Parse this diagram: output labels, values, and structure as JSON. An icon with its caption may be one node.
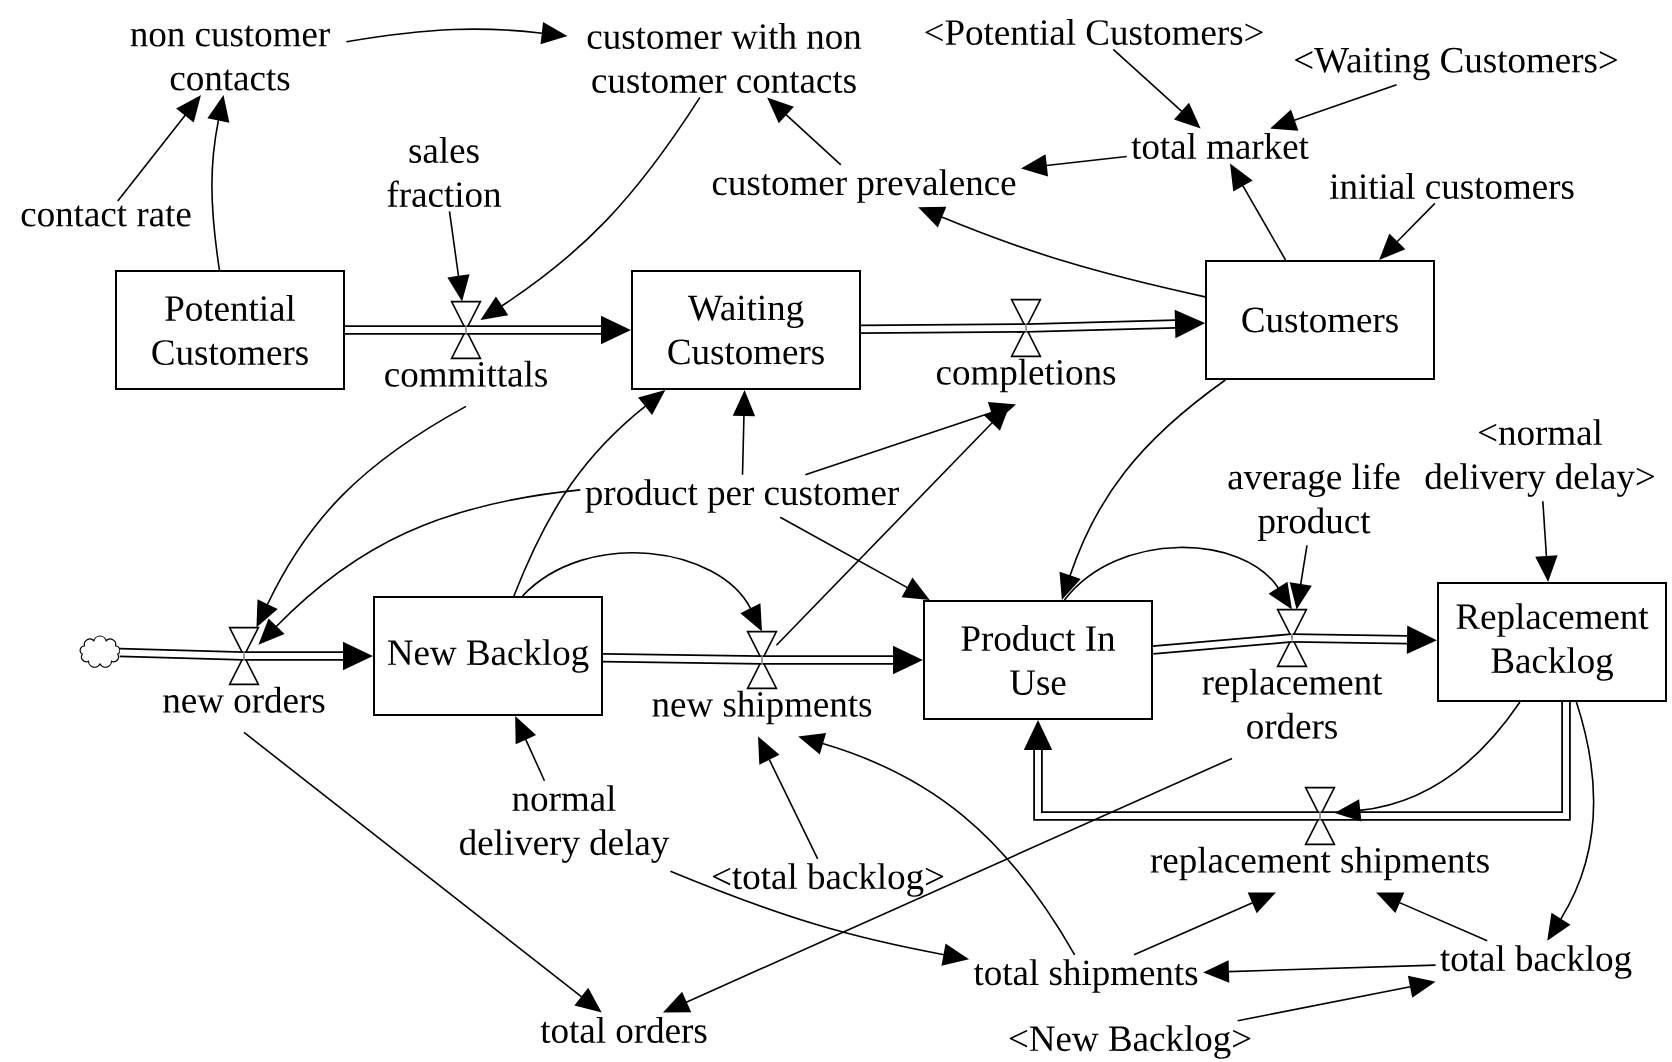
{
  "diagram": {
    "nodes": [
      {
        "text": [
          "Potential Customers"
        ]
      },
      {
        "text": [
          "Waiting Customers"
        ]
      },
      {
        "text": [
          "Customers"
        ]
      },
      {
        "text": [
          "New Backlog"
        ]
      },
      {
        "text": [
          "Product In Use"
        ]
      },
      {
        "text": [
          "Replacement Backlog"
        ]
      },
      {
        "text": [
          "committals"
        ]
      },
      {
        "text": [
          "completions"
        ]
      },
      {
        "text": [
          "new orders"
        ]
      },
      {
        "text": [
          "new shipments"
        ]
      },
      {
        "text": [
          "replacement orders"
        ]
      },
      {
        "text": [
          "replacement shipments"
        ]
      },
      {
        "text": [],
        "shape": "cloud"
      },
      {
        "text": [
          "non customer contacts"
        ]
      },
      {
        "text": [
          "customer with non customer contacts"
        ]
      },
      {
        "text": [
          "contact rate"
        ]
      },
      {
        "text": [
          "sales fraction"
        ]
      },
      {
        "text": [
          "customer prevalence"
        ]
      },
      {
        "text": [
          "total market"
        ]
      },
      {
        "text": [
          "<Potential Customers>"
        ]
      },
      {
        "text": [
          "<Waiting Customers>"
        ]
      },
      {
        "text": [
          "initial customers"
        ]
      },
      {
        "text": [
          "product per customer"
        ]
      },
      {
        "text": [
          "average life product"
        ]
      },
      {
        "text": [
          "<normal delivery delay>"
        ]
      },
      {
        "text": [
          "normal delivery delay"
        ]
      },
      {
        "text": [
          "<total backlog>"
        ]
      },
      {
        "text": [
          "total orders"
        ]
      },
      {
        "text": [
          "total shipments"
        ]
      },
      {
        "text": [
          "total backlog"
        ]
      },
      {
        "text": [
          "<New Backlog>"
        ]
      }
    ],
    "edges": [
      {
        "from": 12,
        "to": 8,
        "arrow": "none",
        "style": "thick"
      },
      {
        "from": 8,
        "to": 3,
        "arrow": "to",
        "style": "thick"
      },
      {
        "from": 0,
        "to": 6,
        "arrow": "none",
        "style": "thick"
      },
      {
        "from": 6,
        "to": 1,
        "arrow": "to",
        "style": "thick"
      },
      {
        "from": 1,
        "to": 7,
        "arrow": "none",
        "style": "thick"
      },
      {
        "from": 7,
        "to": 2,
        "arrow": "to",
        "style": "thick"
      },
      {
        "from": 3,
        "to": 9,
        "arrow": "none",
        "style": "thick"
      },
      {
        "from": 9,
        "to": 4,
        "arrow": "to",
        "style": "thick"
      },
      {
        "from": 4,
        "to": 10,
        "arrow": "none",
        "style": "thick"
      },
      {
        "from": 10,
        "to": 5,
        "arrow": "to",
        "style": "thick"
      },
      {
        "from": 5,
        "to": 11,
        "arrow": "none",
        "style": "thick"
      },
      {
        "from": 11,
        "to": 4,
        "arrow": "to",
        "style": "thick"
      },
      {
        "from": 0,
        "to": 13,
        "arrow": "to"
      },
      {
        "from": 15,
        "to": 13,
        "arrow": "to"
      },
      {
        "from": 13,
        "to": 14,
        "arrow": "to"
      },
      {
        "from": 14,
        "to": 6,
        "arrow": "to"
      },
      {
        "from": 16,
        "to": 6,
        "arrow": "to"
      },
      {
        "from": 17,
        "to": 14,
        "arrow": "to"
      },
      {
        "from": 18,
        "to": 17,
        "arrow": "to"
      },
      {
        "from": 19,
        "to": 18,
        "arrow": "to"
      },
      {
        "from": 20,
        "to": 18,
        "arrow": "to"
      },
      {
        "from": 2,
        "to": 18,
        "arrow": "to"
      },
      {
        "from": 2,
        "to": 17,
        "arrow": "to"
      },
      {
        "from": 21,
        "to": 2,
        "arrow": "to"
      },
      {
        "from": 6,
        "to": 8,
        "arrow": "to"
      },
      {
        "from": 22,
        "to": 8,
        "arrow": "to"
      },
      {
        "from": 22,
        "to": 1,
        "arrow": "to"
      },
      {
        "from": 22,
        "to": 7,
        "arrow": "to"
      },
      {
        "from": 22,
        "to": 4,
        "arrow": "to"
      },
      {
        "from": 3,
        "to": 1,
        "arrow": "to"
      },
      {
        "from": 3,
        "to": 9,
        "arrow": "to"
      },
      {
        "from": 9,
        "to": 7,
        "arrow": "to"
      },
      {
        "from": 2,
        "to": 4,
        "arrow": "to"
      },
      {
        "from": 4,
        "to": 10,
        "arrow": "to"
      },
      {
        "from": 23,
        "to": 10,
        "arrow": "to"
      },
      {
        "from": 24,
        "to": 5,
        "arrow": "to"
      },
      {
        "from": 5,
        "to": 11,
        "arrow": "to"
      },
      {
        "from": 5,
        "to": 29,
        "arrow": "to"
      },
      {
        "from": 25,
        "to": 3,
        "arrow": "to"
      },
      {
        "from": 25,
        "to": 28,
        "arrow": "to"
      },
      {
        "from": 8,
        "to": 27,
        "arrow": "to"
      },
      {
        "from": 10,
        "to": 27,
        "arrow": "to"
      },
      {
        "from": 28,
        "to": 9,
        "arrow": "to"
      },
      {
        "from": 26,
        "to": 9,
        "arrow": "to"
      },
      {
        "from": 28,
        "to": 11,
        "arrow": "to"
      },
      {
        "from": 29,
        "to": 11,
        "arrow": "to"
      },
      {
        "from": 29,
        "to": 28,
        "arrow": "to"
      },
      {
        "from": 30,
        "to": 29,
        "arrow": "to"
      }
    ]
  }
}
